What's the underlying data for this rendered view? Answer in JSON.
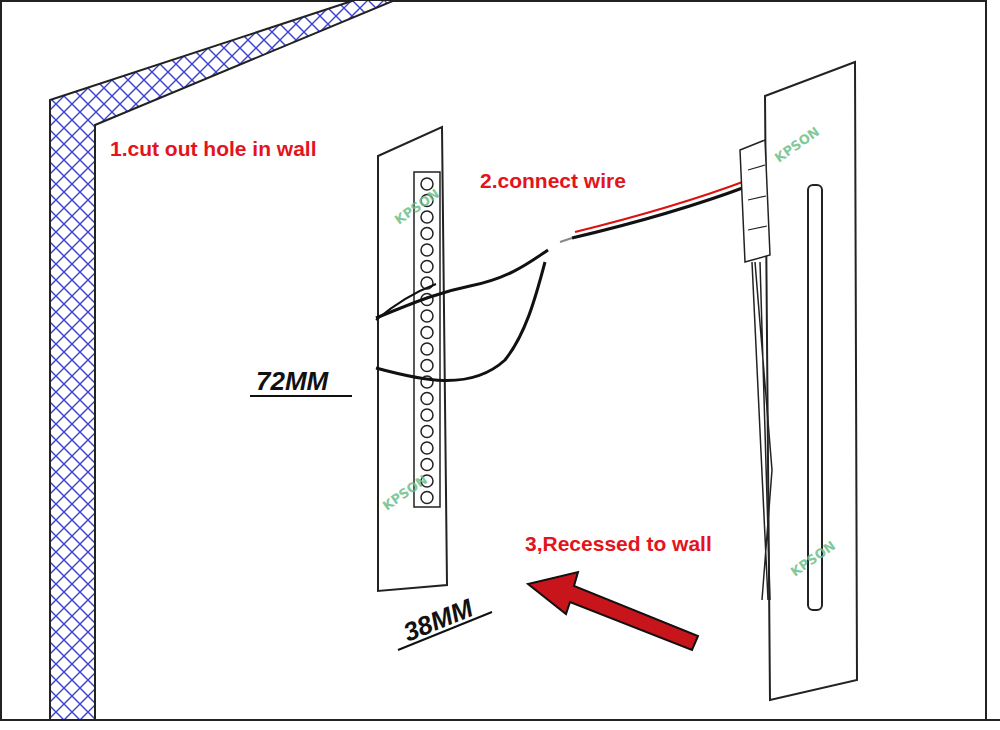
{
  "diagram": {
    "labels": [
      "1.cut out hole in wall",
      "2.connect wire",
      "3,Recessed to wall",
      "72MM",
      "38MM",
      "KPSON",
      "KPSON",
      "KPSON",
      "KPSON"
    ]
  }
}
